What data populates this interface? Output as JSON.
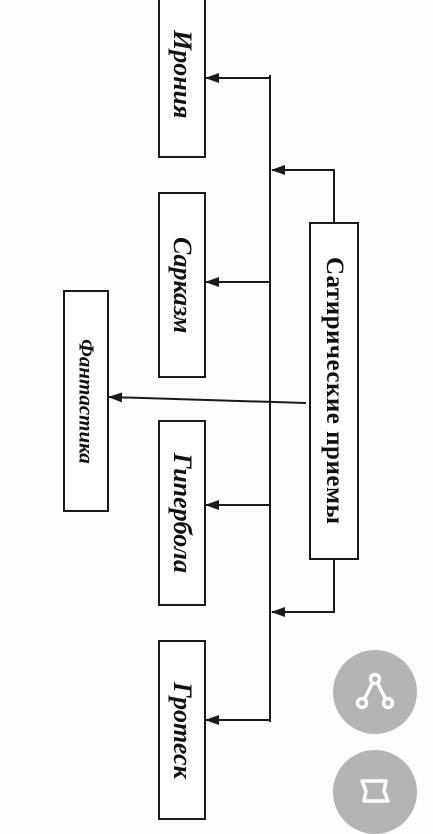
{
  "diagram": {
    "root": {
      "label": "Сатирические приемы"
    },
    "items": [
      {
        "id": "irony",
        "label": "Ирония"
      },
      {
        "id": "sarcasm",
        "label": "Сарказм"
      },
      {
        "id": "hyperbole",
        "label": "Гипербола"
      },
      {
        "id": "grotesque",
        "label": "Гротеск"
      },
      {
        "id": "fantasy",
        "label": "Фантастика"
      }
    ]
  },
  "controls": {
    "share_icon": "share-icon",
    "expand_icon": "expand-icon"
  },
  "colors": {
    "line": "#1a1a1a",
    "fab": "#b4b4b4",
    "fab_icon": "#ffffff"
  }
}
